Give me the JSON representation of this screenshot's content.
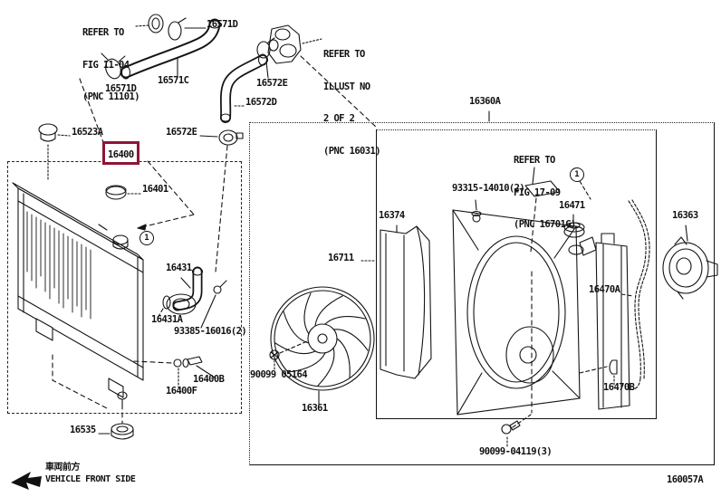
{
  "figure": {
    "doc_number": "160057A",
    "highlight_color": "#8e1537",
    "front_marker": {
      "jp": "車両前方",
      "en": "VEHICLE FRONT SIDE"
    }
  },
  "callouts": {
    "one": "1"
  },
  "notes": {
    "fig_11_04": {
      "line1": "REFER TO",
      "line2": "FIG 11-04",
      "line3": "(PNC 11101)"
    },
    "illust_2of2": {
      "line1": "REFER TO",
      "line2": "ILLUST NO",
      "line3": "2 OF 2",
      "line4": "(PNC 16031)"
    },
    "fig_17_09": {
      "line1": "REFER TO",
      "line2": "FIG 17-09",
      "line3": "(PNC 16701G)"
    }
  },
  "parts": {
    "p16571d_top": "16571D",
    "p16571c": "16571C",
    "p16571d_left": "16571D",
    "p16572e_top": "16572E",
    "p16572d": "16572D",
    "p16572e_mid": "16572E",
    "p16523a": "16523A",
    "p16400": "16400",
    "p16401": "16401",
    "p16360a": "16360A",
    "p93315": "93315-14010(2)",
    "p16374": "16374",
    "p16471": "16471",
    "p16363": "16363",
    "p16711": "16711",
    "p16470a": "16470A",
    "p16431": "16431",
    "p16431a": "16431A",
    "p93385": "93385-16016(2)",
    "p90099_05164": "90099 05164",
    "p16361": "16361",
    "p16400b": "16400B",
    "p16400f": "16400F",
    "p16535": "16535",
    "p16470b": "16470B",
    "p90099_04119": "90099-04119(3)"
  }
}
